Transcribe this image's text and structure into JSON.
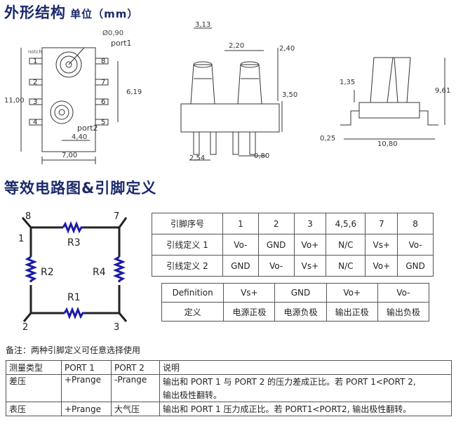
{
  "outline": {
    "title": "外形结构",
    "unit": "单位（mm）",
    "labels": {
      "diameter": "Ø0,90",
      "port1": "port1",
      "port2": "port2",
      "notch": "notch",
      "pins_left": [
        "1",
        "2",
        "3",
        "4"
      ],
      "pins_right": [
        "8",
        "7",
        "6",
        "5"
      ]
    },
    "dims": {
      "height_body": "11,00",
      "width_body": "7,00",
      "port_spacing": "4,40",
      "pin_span": "6,19",
      "nozzle_top": "3,13",
      "nozzle_gap": "2,20",
      "nozzle_len": "2,40",
      "body_h": "3,50",
      "pin_pitch": "2,54",
      "pin_w": "0,80",
      "side_h1": "1,35",
      "side_h2": "9,61",
      "side_thk": "0,25",
      "side_w": "10,80"
    }
  },
  "circuit": {
    "title": "等效电路图&引脚定义",
    "labels": [
      "R1",
      "R2",
      "R3",
      "R4"
    ],
    "nodes": [
      "8",
      "7",
      "1",
      "2",
      "3"
    ]
  },
  "pin_table": {
    "header": [
      "引脚序号",
      "1",
      "2",
      "3",
      "4,5,6",
      "7",
      "8"
    ],
    "rows": [
      [
        "引线定义 1",
        "Vo-",
        "GND",
        "Vo+",
        "N/C",
        "Vs+",
        "Vo-"
      ],
      [
        "引线定义 2",
        "GND",
        "Vo-",
        "Vs+",
        "N/C",
        "Vo+",
        "GND"
      ]
    ]
  },
  "def_table": {
    "header": [
      "Definition",
      "Vs+",
      "GND",
      "Vo+",
      "Vo-"
    ],
    "row": [
      "定义",
      "电源正极",
      "电源负极",
      "输出正极",
      "输出负极"
    ]
  },
  "note": "备注：两种引脚定义可任意选择使用",
  "meas_table": {
    "header": [
      "测量类型",
      "PORT 1",
      "PORT 2",
      "说明"
    ],
    "rows": [
      [
        "差压",
        "+Prange",
        "-Prange",
        "输出和 PORT 1 与 PORT 2 的压力差成正比。若 PORT 1<PORT 2,",
        "输出极性翻转。"
      ],
      [
        "表压",
        "+Prange",
        "大气压",
        "输出和 PORT 1 压力成正比。若 PORT1<PORT2, 输出极性翻转。",
        ""
      ]
    ]
  },
  "colors": {
    "title": "#1b2a6b",
    "resistor": "#1a1aa8",
    "line": "#222222"
  }
}
